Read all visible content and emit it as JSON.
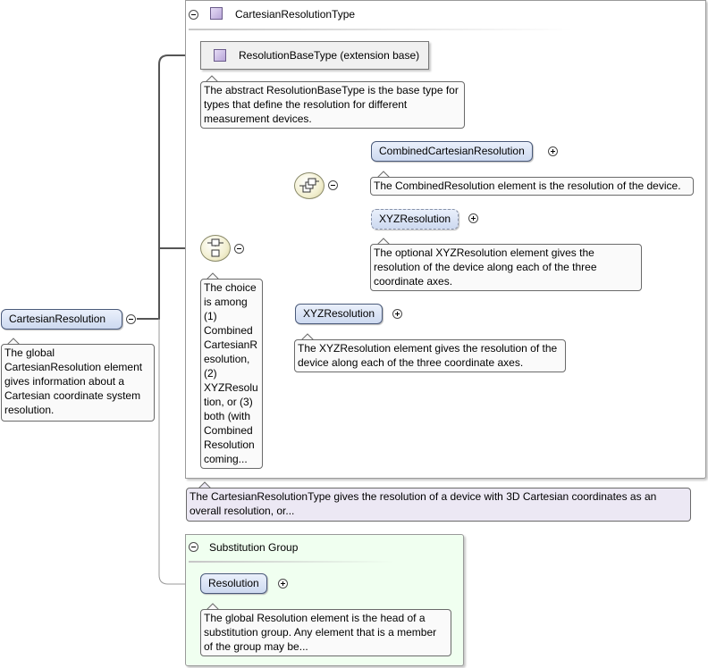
{
  "type_box": {
    "title": "CartesianResolutionType",
    "annotation": "The CartesianResolutionType gives the resolution of a device with 3D Cartesian coordinates as an overall resolution, or..."
  },
  "extension_base": {
    "label": "ResolutionBaseType (extension base)",
    "annotation": "The abstract ResolutionBaseType is the base type for types that define the resolution for different measurement devices."
  },
  "root_element": {
    "label": "CartesianResolution",
    "annotation": "The global CartesianResolution element gives information about a Cartesian coordinate system resolution."
  },
  "choice": {
    "annotation": "The choice is among (1) CombinedCartesianResolution, (2) XYZResolution, or (3) both (with CombinedResolution coming..."
  },
  "sequence_items": [
    {
      "label": "CombinedCartesianResolution",
      "annotation": "The CombinedResolution element is the resolution of the device."
    },
    {
      "label": "XYZResolution",
      "annotation": "The optional XYZResolution element gives the resolution of the device along each of the three coordinate axes."
    }
  ],
  "choice_item": {
    "label": "XYZResolution",
    "annotation": "The XYZResolution element gives the resolution of the device along each of the three coordinate axes."
  },
  "substitution_group": {
    "title": "Substitution Group",
    "element": {
      "label": "Resolution",
      "annotation": "The global Resolution element is the head of a substitution group. Any element that is a member of the group may be..."
    }
  },
  "colors": {
    "type_annotation_bg": "#ece8f4",
    "substitution_bg": "#f0fff0",
    "element_fill": "#d6e0f5",
    "compositor_fill": "#f2efd0"
  }
}
